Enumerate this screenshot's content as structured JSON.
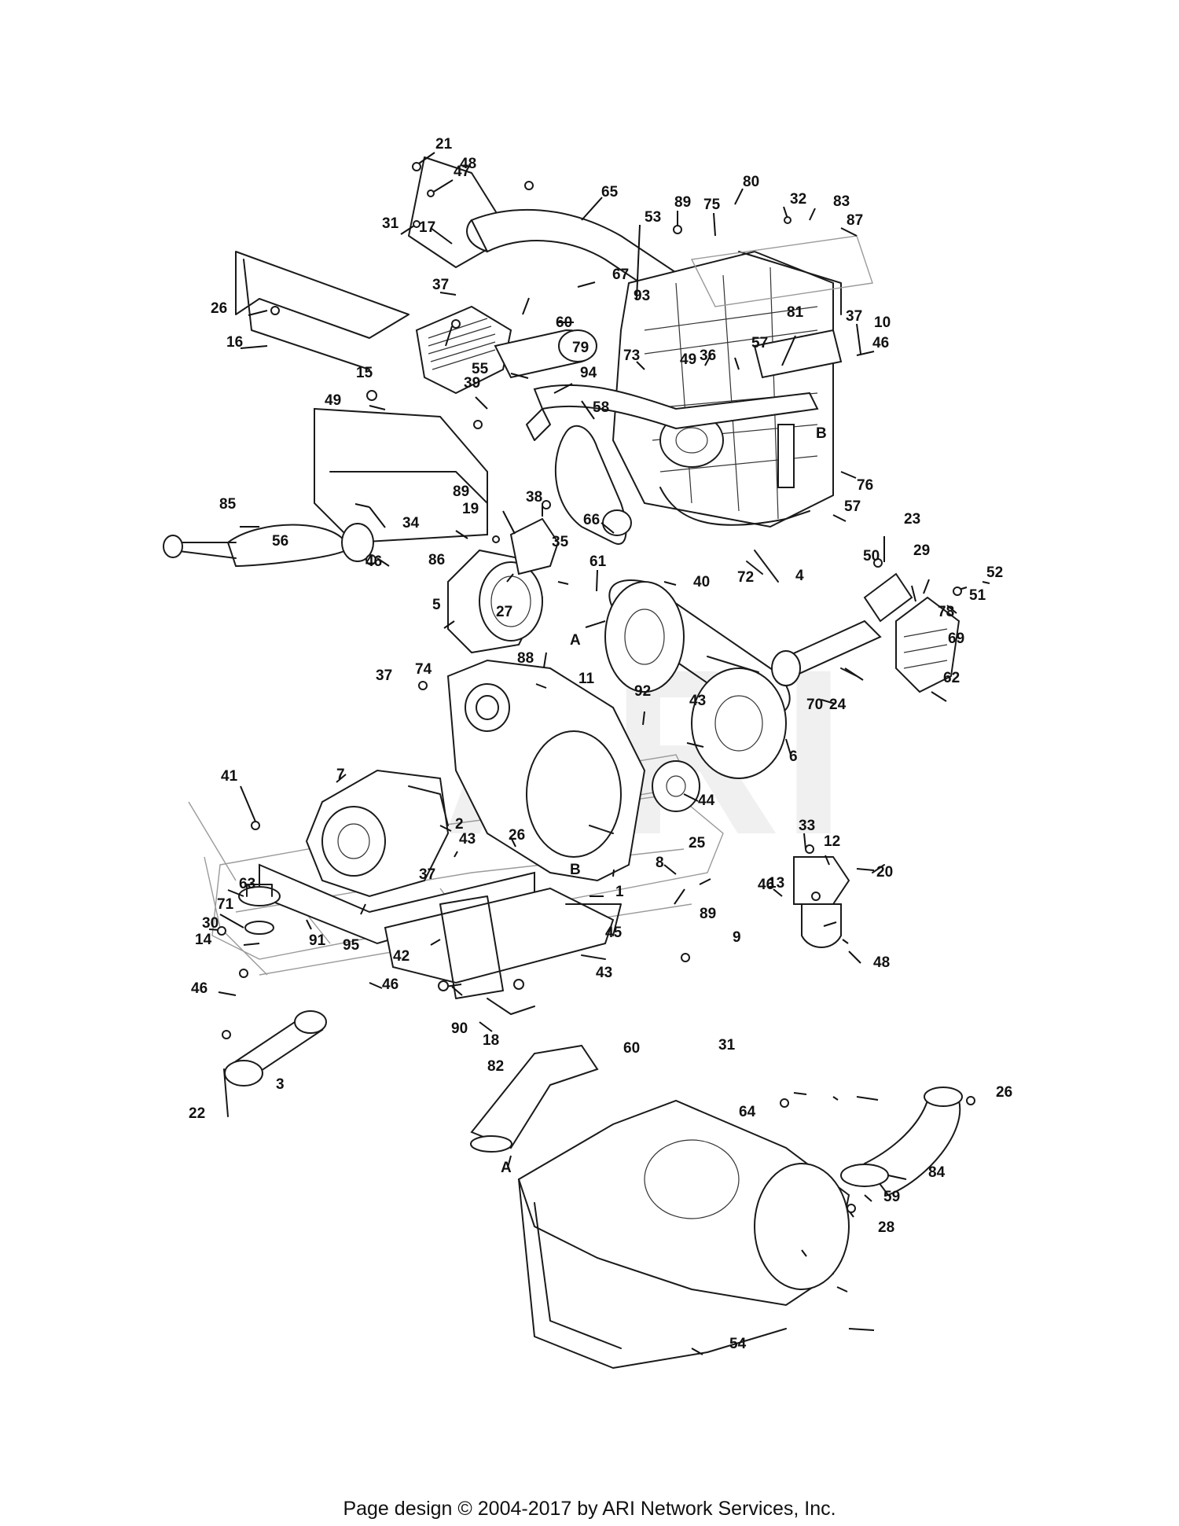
{
  "watermark": "ARI",
  "footer": "Page design © 2004-2017 by ARI Network Services, Inc.",
  "callouts": [
    "21",
    "47",
    "48",
    "31",
    "17",
    "65",
    "89",
    "75",
    "80",
    "32",
    "83",
    "87",
    "53",
    "67",
    "37",
    "26",
    "16",
    "60",
    "93",
    "81",
    "10",
    "46",
    "36",
    "57",
    "73",
    "79",
    "94",
    "39",
    "49",
    "37",
    "15",
    "49",
    "55",
    "58",
    "B",
    "76",
    "57",
    "38",
    "66",
    "89",
    "19",
    "85",
    "34",
    "56",
    "46",
    "61",
    "86",
    "35",
    "50",
    "23",
    "29",
    "72",
    "40",
    "4",
    "52",
    "51",
    "69",
    "78",
    "5",
    "A",
    "27",
    "88",
    "37",
    "74",
    "11",
    "92",
    "70",
    "24",
    "62",
    "43",
    "6",
    "7",
    "41",
    "44",
    "25",
    "2",
    "43",
    "26",
    "33",
    "12",
    "8",
    "20",
    "37",
    "B",
    "1",
    "13",
    "46",
    "63",
    "71",
    "30",
    "91",
    "95",
    "89",
    "9",
    "48",
    "14",
    "42",
    "45",
    "46",
    "43",
    "46",
    "90",
    "18",
    "60",
    "31",
    "82",
    "3",
    "26",
    "64",
    "22",
    "A",
    "84",
    "59",
    "28",
    "54"
  ]
}
